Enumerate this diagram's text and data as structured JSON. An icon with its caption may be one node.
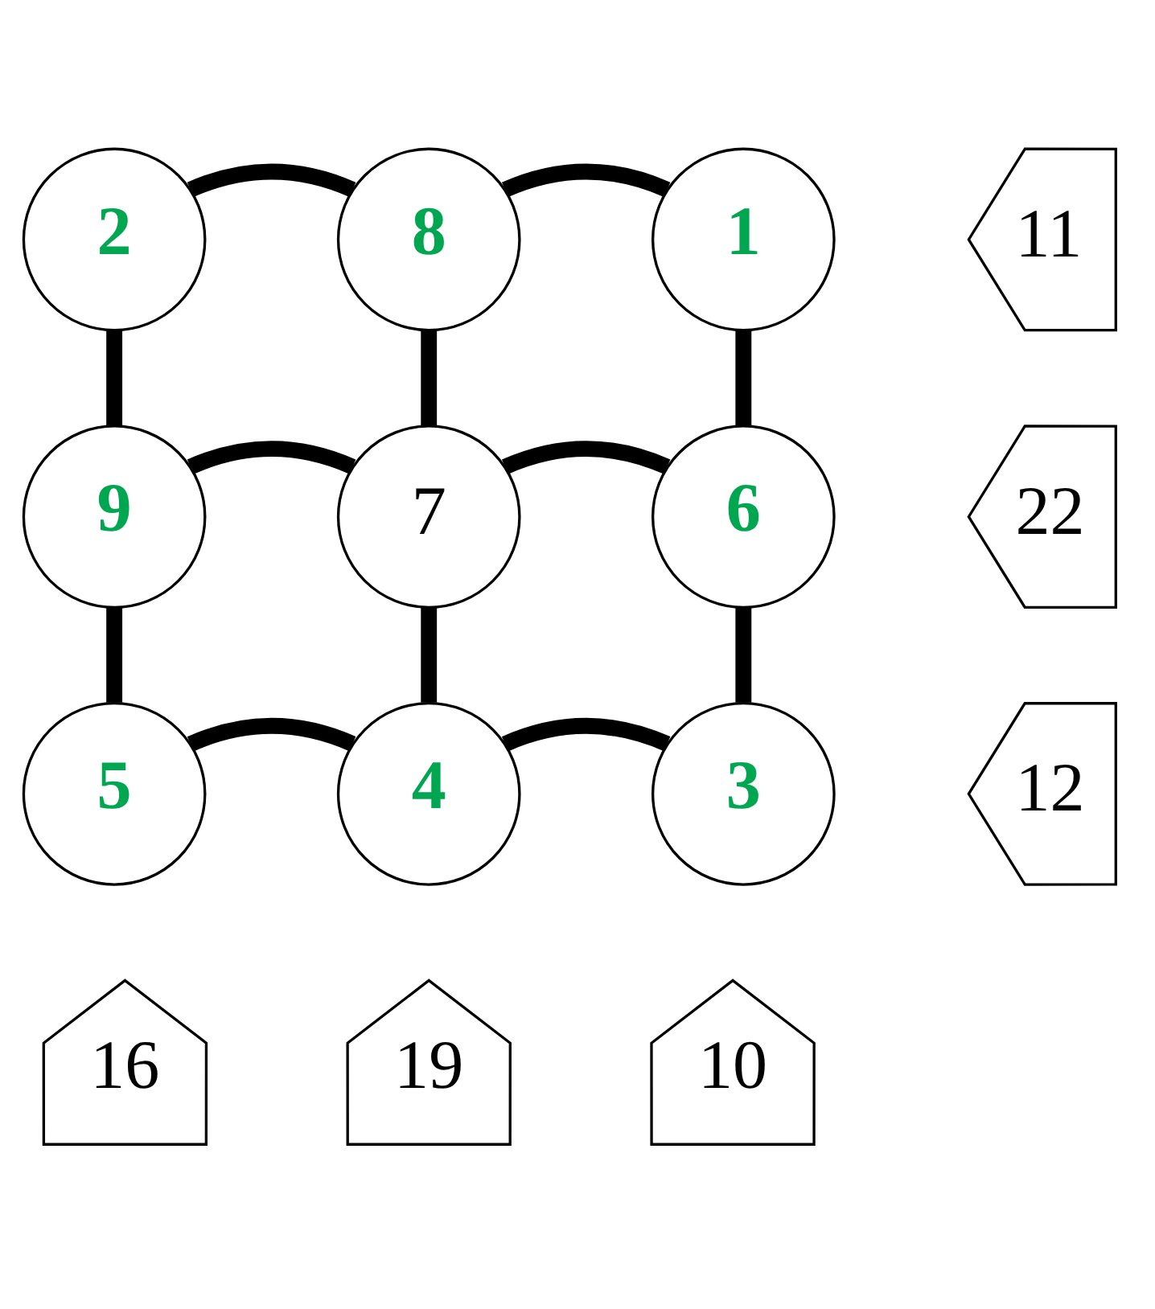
{
  "diagram": {
    "nodes": [
      {
        "text": [
          "2"
        ]
      },
      {
        "text": [
          "8"
        ]
      },
      {
        "text": [
          "1"
        ]
      },
      {
        "text": [
          "11"
        ]
      },
      {
        "text": [
          "9"
        ]
      },
      {
        "text": [
          "7"
        ]
      },
      {
        "text": [
          "6"
        ]
      },
      {
        "text": [
          "22"
        ]
      },
      {
        "text": [
          "5"
        ]
      },
      {
        "text": [
          "4"
        ]
      },
      {
        "text": [
          "3"
        ]
      },
      {
        "text": [
          "12"
        ]
      },
      {
        "text": [
          "16"
        ]
      },
      {
        "text": [
          "19"
        ]
      },
      {
        "text": [
          "10"
        ]
      }
    ],
    "edges": [
      {
        "from": 0,
        "to": 1,
        "arrow": "none"
      },
      {
        "from": 1,
        "to": 2,
        "arrow": "none"
      },
      {
        "from": 0,
        "to": 4,
        "arrow": "none"
      },
      {
        "from": 1,
        "to": 5,
        "arrow": "none"
      },
      {
        "from": 2,
        "to": 6,
        "arrow": "none"
      },
      {
        "from": 4,
        "to": 5,
        "arrow": "none"
      },
      {
        "from": 5,
        "to": 6,
        "arrow": "none"
      },
      {
        "from": 4,
        "to": 8,
        "arrow": "none"
      },
      {
        "from": 5,
        "to": 9,
        "arrow": "none"
      },
      {
        "from": 6,
        "to": 10,
        "arrow": "none"
      },
      {
        "from": 8,
        "to": 9,
        "arrow": "none"
      },
      {
        "from": 9,
        "to": 10,
        "arrow": "none"
      }
    ]
  }
}
